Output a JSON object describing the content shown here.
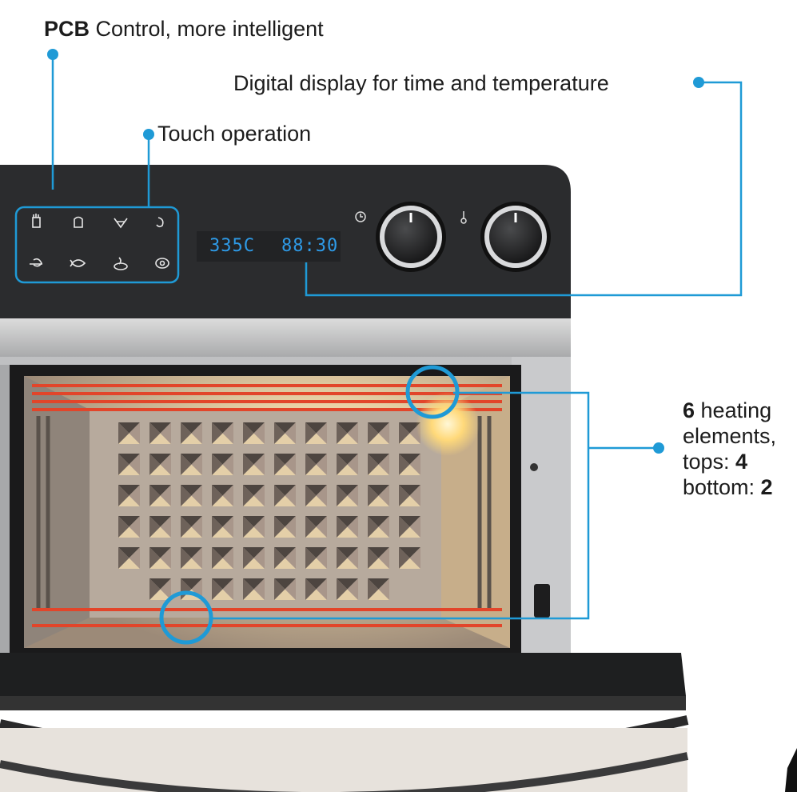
{
  "callouts": {
    "pcb": {
      "bold": "PCB",
      "text": " Control, more intelligent"
    },
    "display": {
      "text": "Digital display for time and temperature"
    },
    "touch": {
      "text": "Touch operation"
    },
    "heating": {
      "count": "6",
      "line1_rest": " heating",
      "line2": "elements,",
      "tops_label": "tops: ",
      "tops_value": "4",
      "bottom_label": "bottom: ",
      "bottom_value": "2"
    }
  },
  "display_panel": {
    "temperature": "335C",
    "time": "88:30"
  },
  "knobs": [
    {
      "name": "timer-knob",
      "icon": "clock-icon"
    },
    {
      "name": "temperature-knob",
      "icon": "thermometer-icon"
    }
  ],
  "touch_icons": [
    "fries-icon",
    "toast-icon",
    "chicken-wing-icon",
    "shrimp-icon",
    "rotisserie-icon",
    "fish-icon",
    "pizza-icon",
    "steak-icon"
  ],
  "colors": {
    "callout_line": "#1f9ad6",
    "panel": "#2b2c2e",
    "lcd": "#2e9be8",
    "heating_element": "#e2452a"
  }
}
